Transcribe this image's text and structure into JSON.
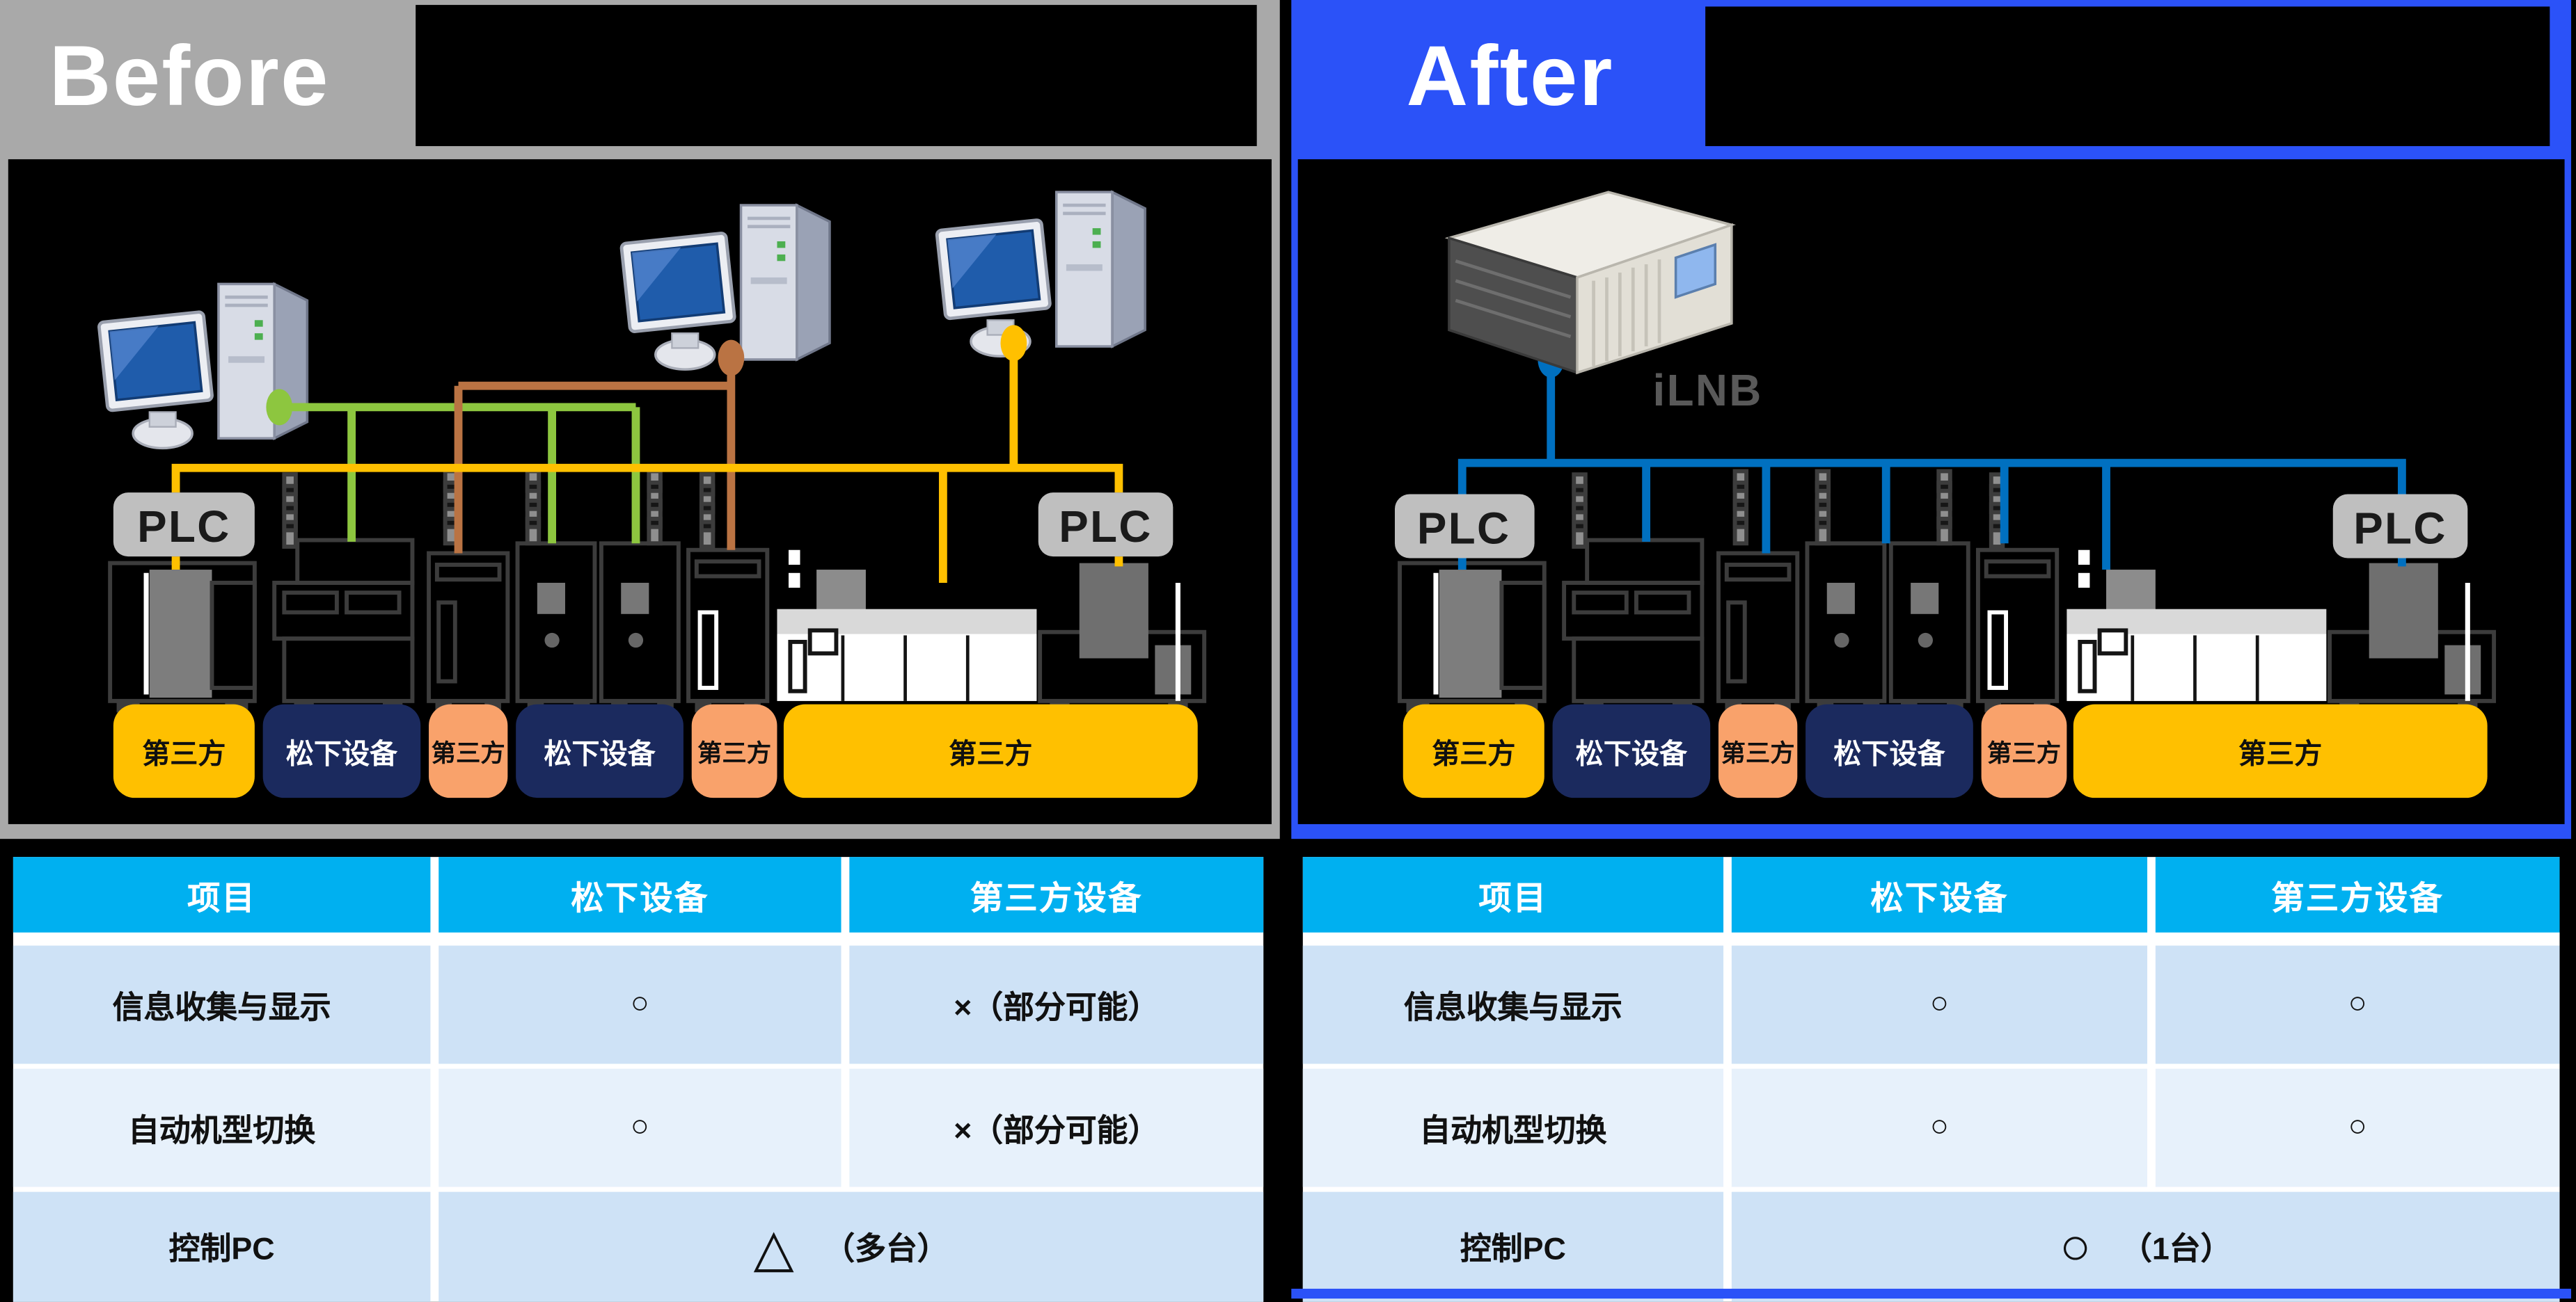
{
  "before_panel": {
    "title": "Before",
    "plc_left": "PLC",
    "plc_right": "PLC",
    "equipment_labels": [
      "第三方",
      "松下设备",
      "第三方",
      "松下设备",
      "第三方",
      "第三方"
    ]
  },
  "after_panel": {
    "title": "After",
    "gateway_label": "iLNB",
    "plc_left": "PLC",
    "plc_right": "PLC",
    "equipment_labels": [
      "第三方",
      "松下设备",
      "第三方",
      "松下设备",
      "第三方",
      "第三方"
    ]
  },
  "before_table": {
    "headers": [
      "项目",
      "松下设备",
      "第三方设备"
    ],
    "rows": [
      {
        "item": "信息收集与显示",
        "panasonic": "○",
        "third_party": "×（部分可能）"
      },
      {
        "item": "自动机型切换",
        "panasonic": "○",
        "third_party": "×（部分可能）"
      },
      {
        "item": "控制PC",
        "symbol": "△",
        "note": "（多台）"
      }
    ]
  },
  "after_table": {
    "headers": [
      "项目",
      "松下设备",
      "第三方设备"
    ],
    "rows": [
      {
        "item": "信息收集与显示",
        "panasonic": "○",
        "third_party": "○"
      },
      {
        "item": "自动机型切换",
        "panasonic": "○",
        "third_party": "○"
      },
      {
        "item": "控制PC",
        "symbol": "○",
        "note": "（1台）"
      }
    ]
  },
  "colors": {
    "before_accent": "#A9A9A9",
    "after_accent": "#2B52F8",
    "table_header": "#00B0F0",
    "row_light": "#CEE2F6",
    "row_lighter": "#E7F1FB",
    "network_green": "#8DC63F",
    "network_brown": "#BA7343",
    "network_yellow": "#FFC000",
    "network_blue": "#0070C0",
    "pill_yellow": "#FFC000",
    "pill_navy": "#1B2A5E",
    "pill_salmon": "#F9A26B"
  }
}
